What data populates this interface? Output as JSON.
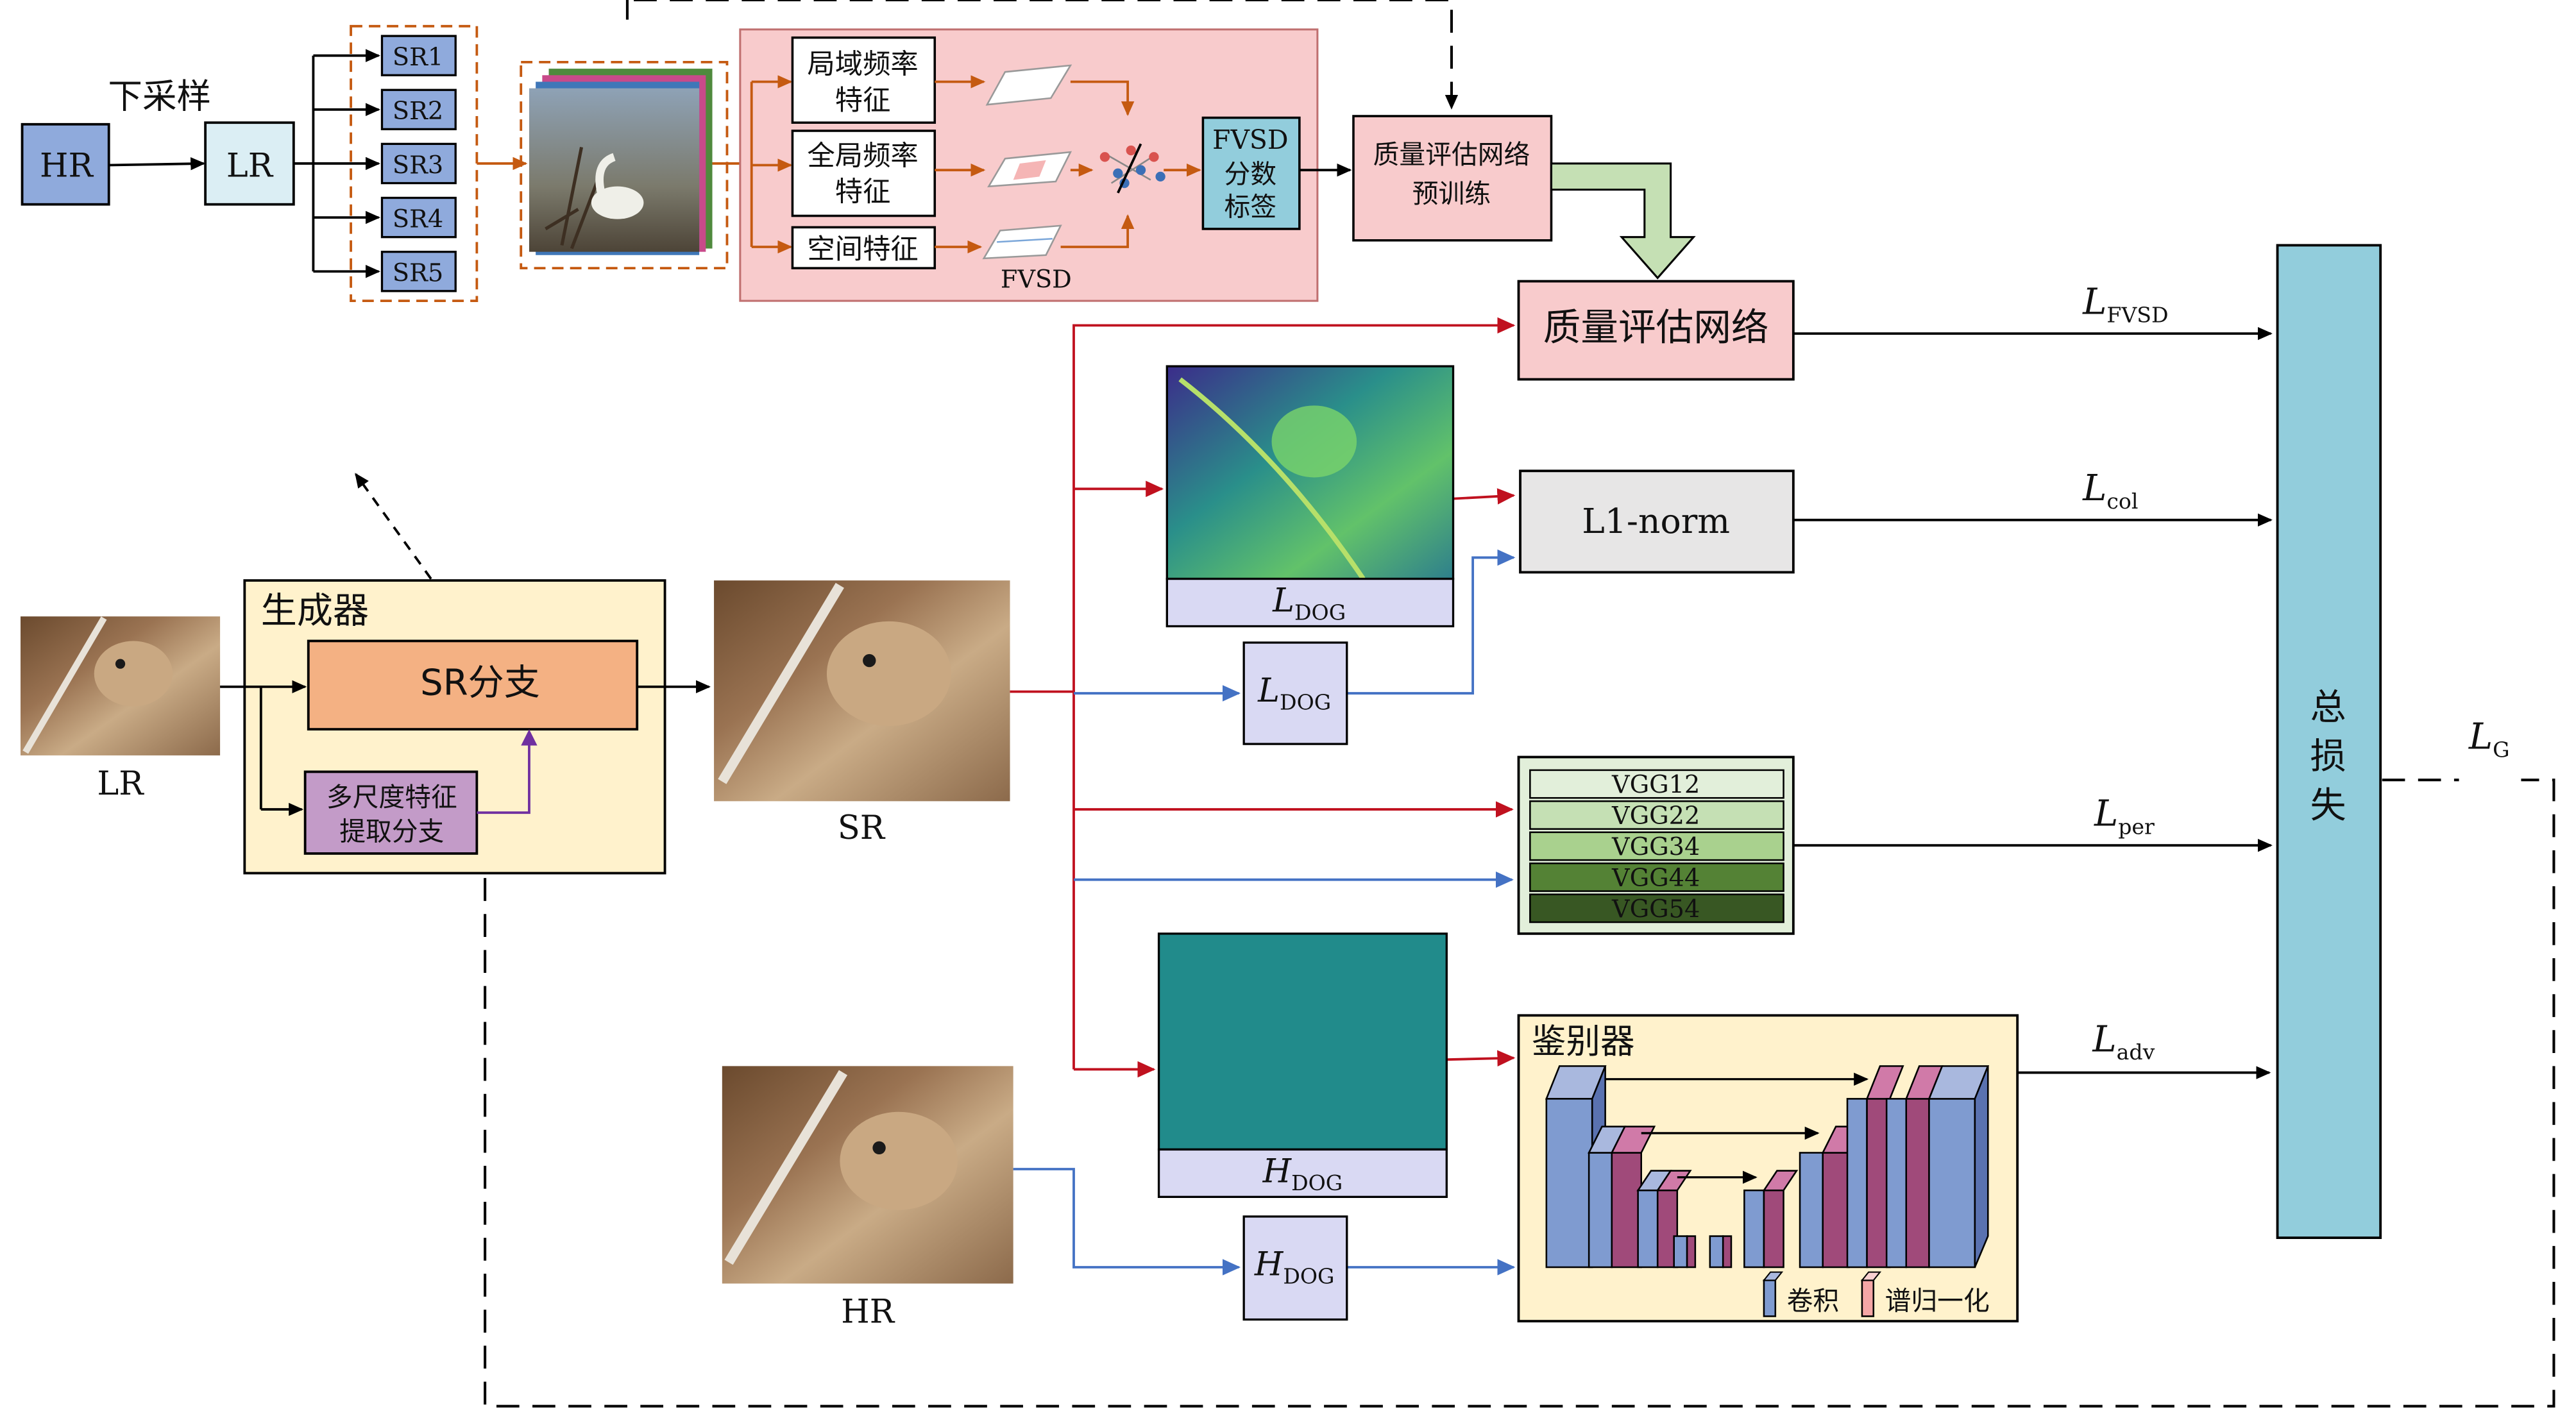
{
  "top": {
    "hr": "HR",
    "downsample": "下采样",
    "lr": "LR",
    "sr_list": [
      "SR1",
      "SR2",
      "SR3",
      "SR4",
      "SR5"
    ],
    "local_freq": [
      "局域频率",
      "特征"
    ],
    "global_freq": [
      "全局频率",
      "特征"
    ],
    "spatial": "空间特征",
    "fvsd": "FVSD",
    "fvsd_label": [
      "FVSD",
      "分数",
      "标签"
    ],
    "pretrain": [
      "质量评估网络",
      "预训练"
    ]
  },
  "generator": {
    "title": "生成器",
    "sr_branch": "SR分支",
    "multiscale": [
      "多尺度特征",
      "提取分支"
    ],
    "lr_caption": "LR",
    "sr_caption": "SR",
    "hr_caption": "HR"
  },
  "losses": {
    "quality_net": "质量评估网络",
    "l1": "L1-norm",
    "vgg": [
      "VGG12",
      "VGG22",
      "VGG34",
      "VGG44",
      "VGG54"
    ],
    "discriminator": "鉴别器",
    "conv_legend": "卷积",
    "spec_legend": "谱归一化",
    "total": [
      "总",
      "损",
      "失"
    ],
    "L": "L",
    "sub_fvsd": "FVSD",
    "sub_col": "col",
    "sub_per": "per",
    "sub_adv": "adv",
    "sub_g": "G",
    "sub_dog": "DOG",
    "H": "H"
  },
  "colors": {
    "red_arrow": "#c0111f",
    "blue_arrow": "#4472c4",
    "orange_arrow": "#c55a11",
    "purple_arrow": "#7030a0",
    "sr_box": "#8faadc",
    "lr_box": "#dbeef4",
    "pink_panel": "#f8cbcc",
    "generator_bg": "#fff2cc",
    "sr_branch": "#f4b183",
    "multiscale": "#c39bc8",
    "total_loss": "#92cddc",
    "l1_box": "#e7e6e6",
    "dog_label": "#d9d9f3"
  }
}
